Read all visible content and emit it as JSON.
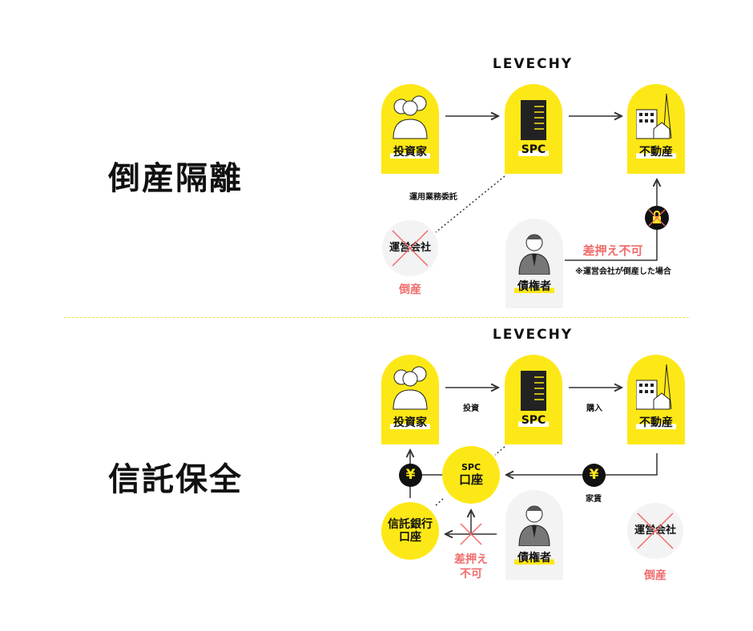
{
  "section1": {
    "title": "倒産隔離",
    "logo": "LEVECHY",
    "investor": "投資家",
    "spc": "SPC",
    "realestate": "不動産",
    "delegation": "運用業務委託",
    "operator": "運営会社",
    "bankrupt": "倒産",
    "creditor": "債権者",
    "no_seizure": "差押え不可",
    "note": "※運営会社が倒産した場合"
  },
  "section2": {
    "title": "信託保全",
    "logo": "LEVECHY",
    "investor": "投資家",
    "spc": "SPC",
    "realestate": "不動産",
    "invest": "投資",
    "purchase": "購入",
    "spc_account_1": "SPC",
    "spc_account_2": "口座",
    "rent": "家賃",
    "trust_1": "信託銀行",
    "trust_2": "口座",
    "no_seizure_1": "差押え",
    "no_seizure_2": "不可",
    "creditor": "債権者",
    "operator": "運営会社",
    "bankrupt": "倒産",
    "yen": "¥"
  },
  "colors": {
    "accent": "#fde817",
    "red": "#f16c6c"
  }
}
